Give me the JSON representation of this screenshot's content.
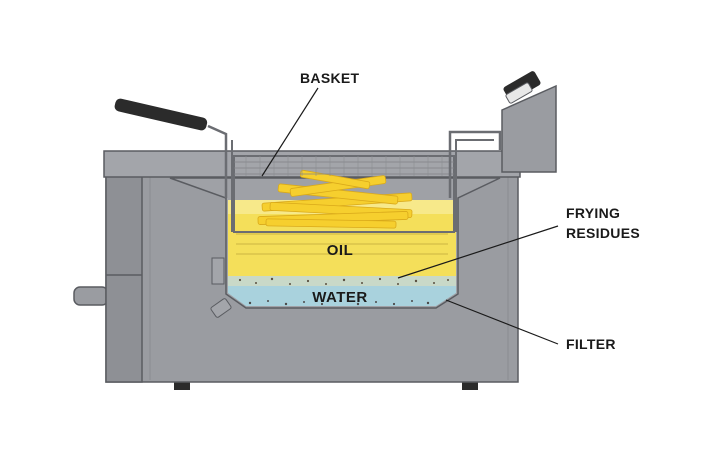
{
  "labels": {
    "basket": "BASKET",
    "frying_residues_line1": "FRYING",
    "frying_residues_line2": "RESIDUES",
    "filter": "FILTER",
    "oil": "OIL",
    "water": "WATER"
  },
  "colors": {
    "body": "#9a9ca1",
    "body_dark": "#7f8186",
    "outline": "#5a5c61",
    "oil": "#f4df5a",
    "oil_light": "#f7e98a",
    "water": "#a9d2dd",
    "fries": "#f6cf2e",
    "handle": "#2b2b2b",
    "text": "#1a1a1a",
    "callout_line": "#1a1a1a"
  }
}
